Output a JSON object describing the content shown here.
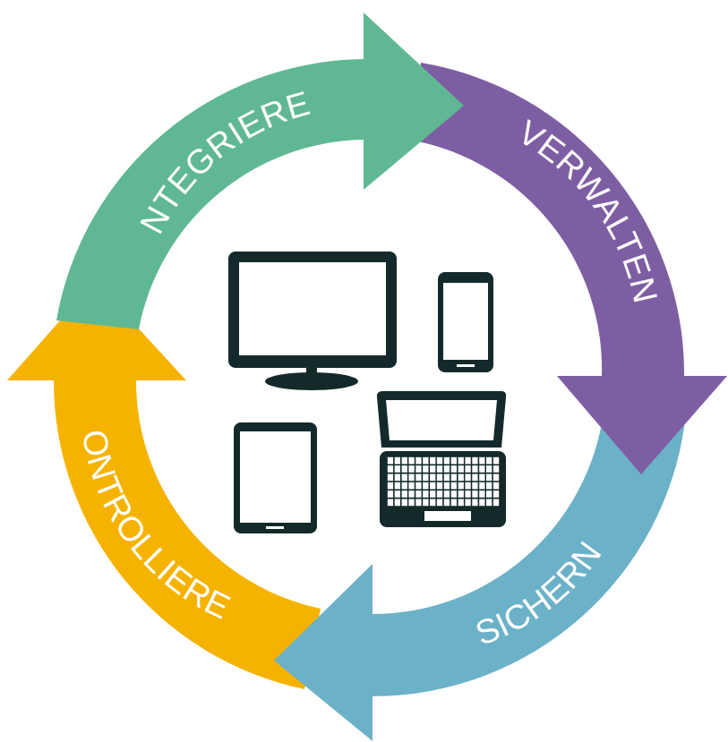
{
  "diagram": {
    "steps": [
      {
        "label": "INTEGRIEREN",
        "color": "#5fb893"
      },
      {
        "label": "VERWALTEN",
        "color": "#7e5ea3"
      },
      {
        "label": "SICHERN",
        "color": "#6bb1c8"
      },
      {
        "label": "KONTROLLIEREN",
        "color": "#f5b300"
      }
    ],
    "devices": [
      "monitor-icon",
      "smartphone-icon",
      "tablet-icon",
      "laptop-icon"
    ],
    "device_color": "#142a2a"
  }
}
